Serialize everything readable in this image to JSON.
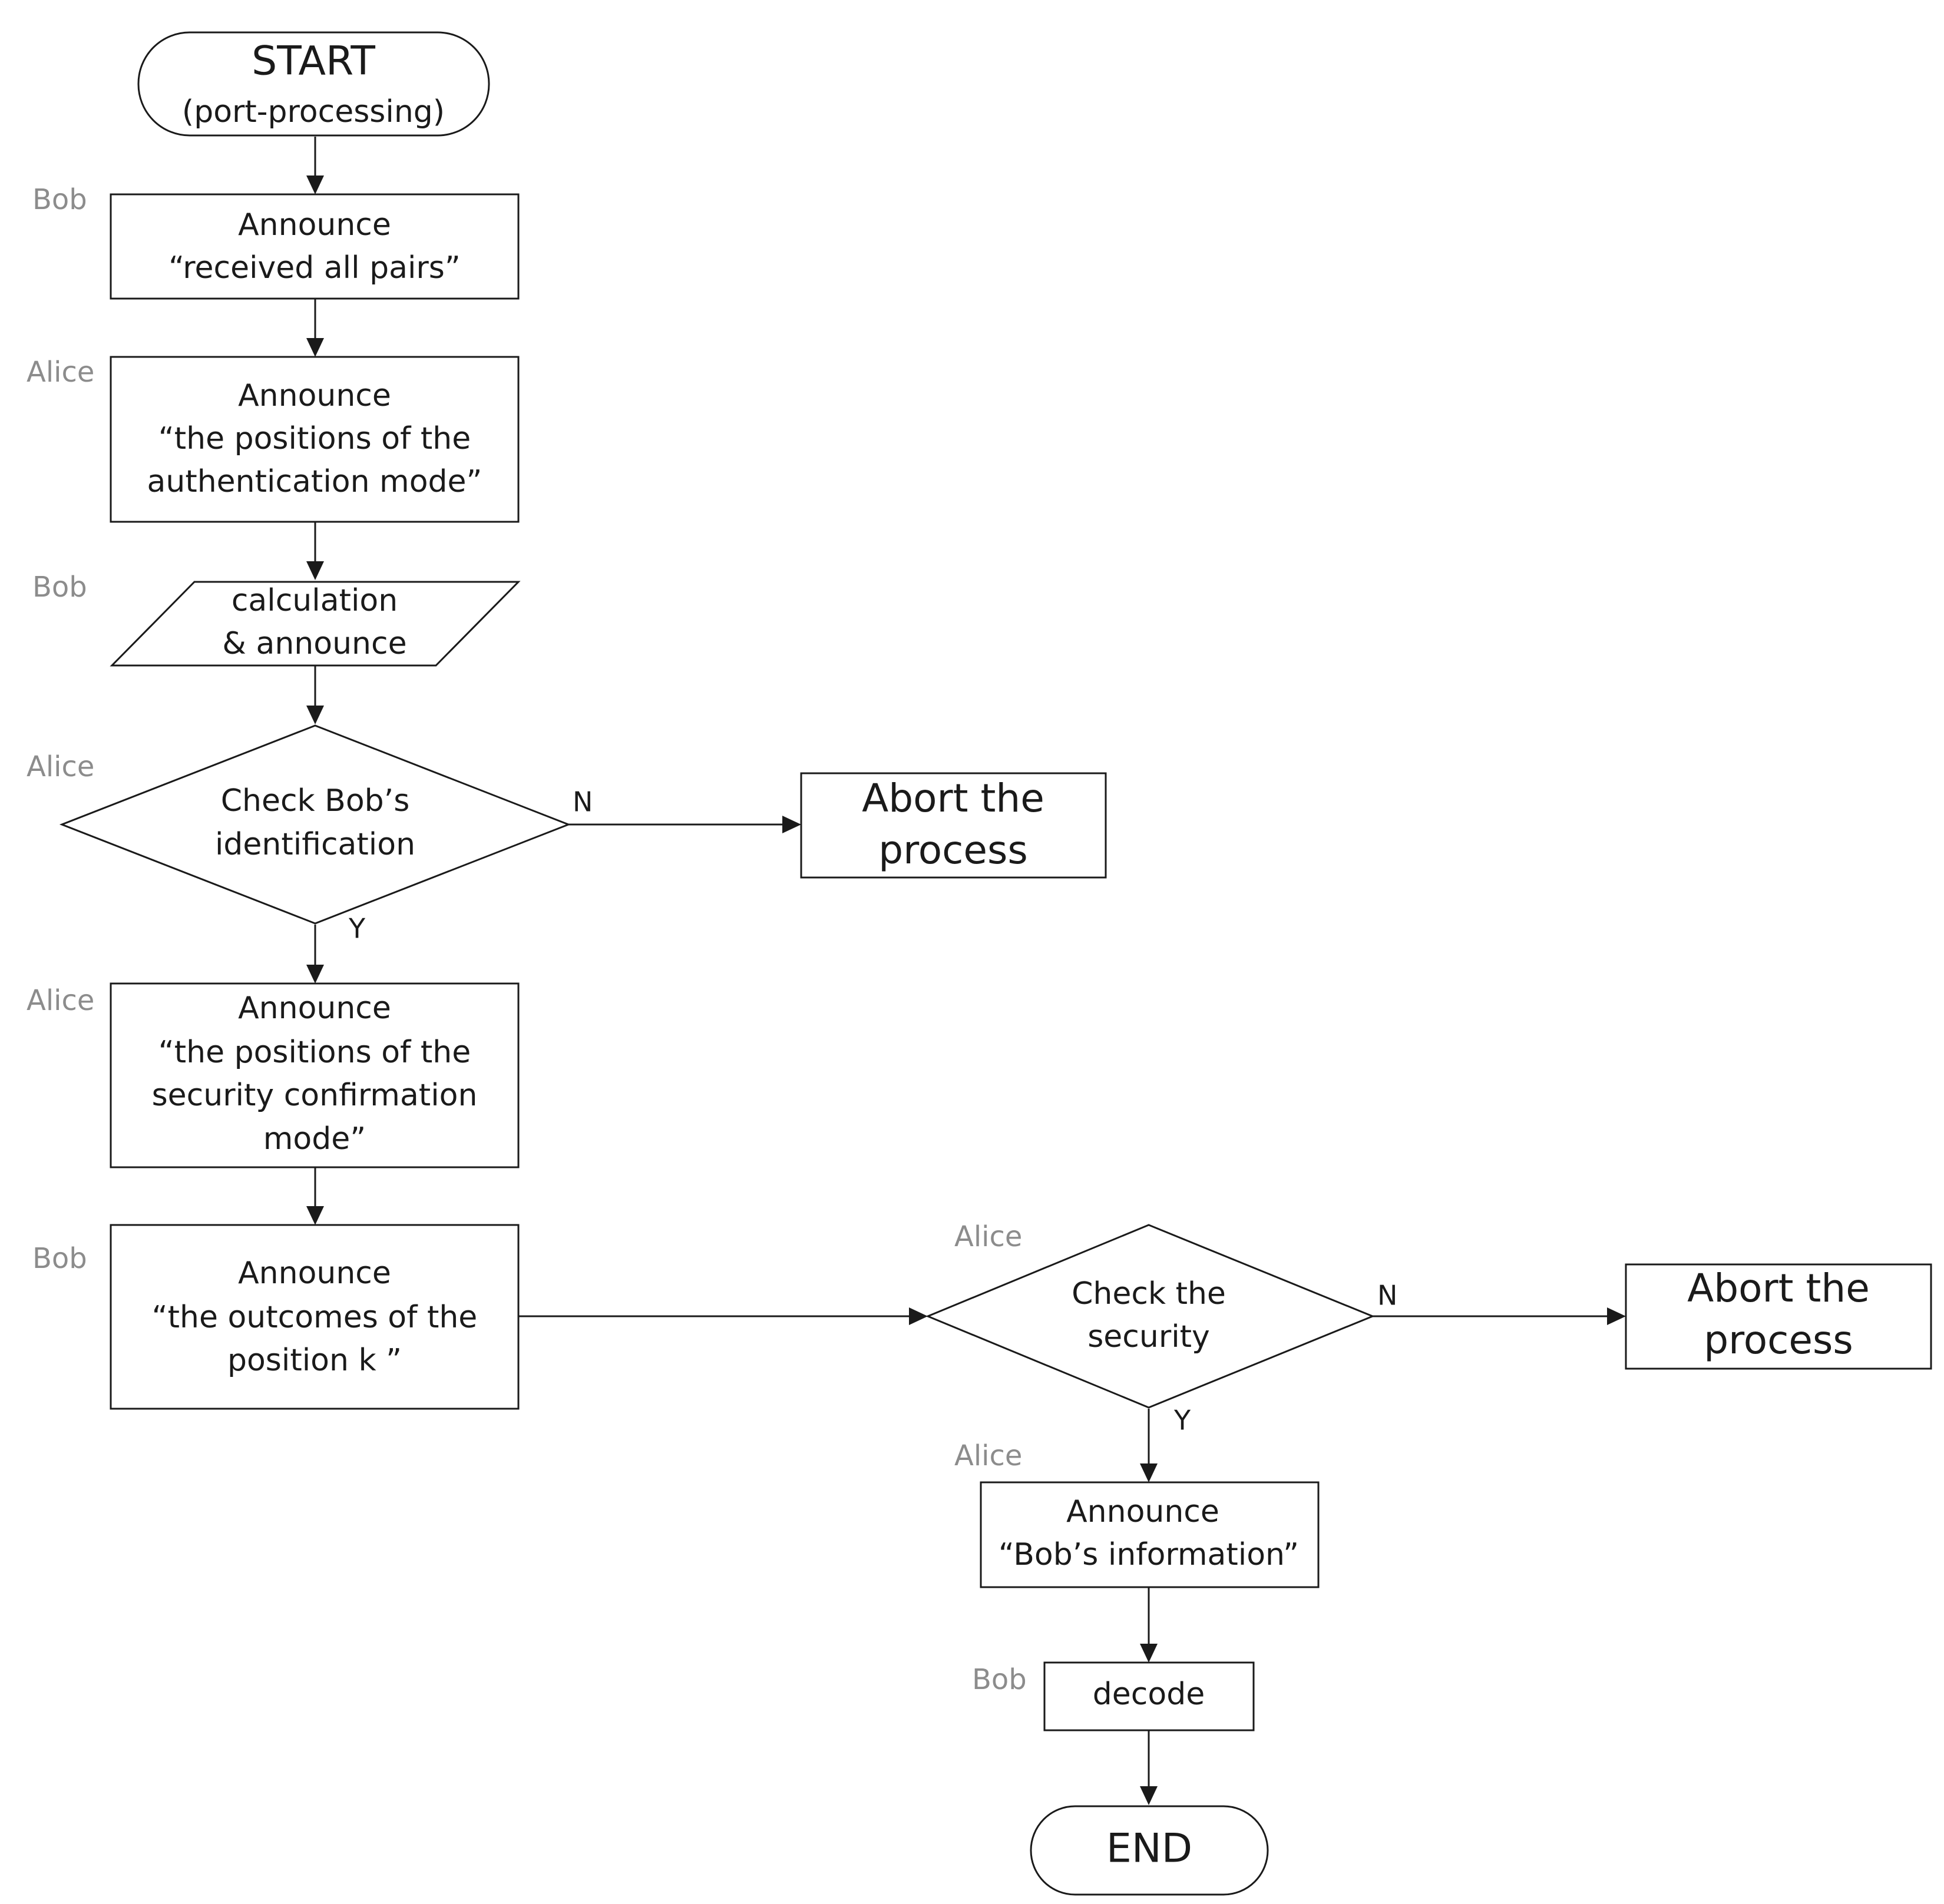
{
  "nodes": {
    "start": {
      "lines": [
        "START",
        "(port-processing)"
      ]
    },
    "n1": {
      "lines": [
        "Announce",
        "“received all pairs”"
      ]
    },
    "n2": {
      "lines": [
        "Announce",
        "“the positions of the",
        "authentication mode”"
      ]
    },
    "n3": {
      "lines": [
        "calculation",
        "& announce"
      ]
    },
    "d1": {
      "lines": [
        "Check Bob’s",
        "identification"
      ]
    },
    "abort1": {
      "lines": [
        "Abort the",
        "process"
      ]
    },
    "n4": {
      "lines": [
        "Announce",
        "“the positions of the",
        "security confirmation",
        "mode”"
      ]
    },
    "n5": {
      "lines": [
        "Announce",
        "“the outcomes of the",
        "position k ”"
      ]
    },
    "d2": {
      "lines": [
        "Check the",
        "security"
      ]
    },
    "abort2": {
      "lines": [
        "Abort the",
        "process"
      ]
    },
    "n6": {
      "lines": [
        "Announce",
        "“Bob’s information”"
      ]
    },
    "n7": {
      "lines": [
        "decode"
      ]
    },
    "end": {
      "lines": [
        "END"
      ]
    }
  },
  "actors": {
    "n1": "Bob",
    "n2": "Alice",
    "n3": "Bob",
    "d1": "Alice",
    "n4": "Alice",
    "n5": "Bob",
    "d2": "Alice",
    "n6": "Alice",
    "n7": "Bob"
  },
  "branches": {
    "d1_no": "N",
    "d1_yes": "Y",
    "d2_no": "N",
    "d2_yes": "Y"
  }
}
